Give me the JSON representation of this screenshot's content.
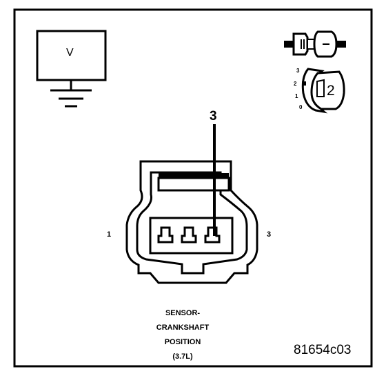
{
  "diagram": {
    "meter_symbol": "V",
    "callout_number": "3",
    "pin_labels": {
      "left": "1",
      "right": "3"
    },
    "caption": [
      "SENSOR-",
      "CRANKSHAFT",
      "POSITION",
      "(3.7L)"
    ],
    "figure_id": "81654c03",
    "legend": {
      "number": "2",
      "scale": [
        "3",
        "2",
        "1",
        "0"
      ]
    },
    "icons": [
      "voltmeter-icon",
      "ground-icon",
      "connector-icon",
      "hand-probe-icon"
    ]
  }
}
